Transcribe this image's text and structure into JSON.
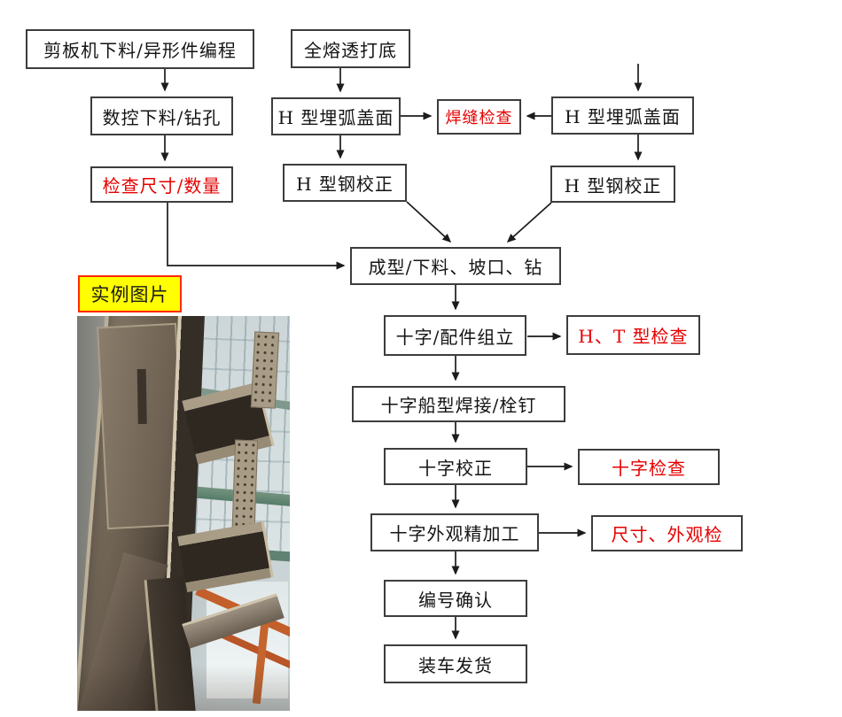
{
  "flowchart": {
    "nodes": {
      "shear_programming": {
        "label": "剪板机下料/异形件编程",
        "emphasis": "normal"
      },
      "cnc_cutting": {
        "label": "数控下料/钻孔",
        "emphasis": "normal"
      },
      "check_size_qty": {
        "label": "检查尺寸/数量",
        "emphasis": "red"
      },
      "full_penetration": {
        "label": "全熔透打底",
        "emphasis": "normal"
      },
      "h_saw_cover_left": {
        "label": "H 型埋弧盖面",
        "emphasis": "normal"
      },
      "weld_inspection": {
        "label": "焊缝检查",
        "emphasis": "red"
      },
      "h_saw_cover_right": {
        "label": "H 型埋弧盖面",
        "emphasis": "normal"
      },
      "h_correction_left": {
        "label": "H 型钢校正",
        "emphasis": "normal"
      },
      "h_correction_right": {
        "label": "H 型钢校正",
        "emphasis": "normal"
      },
      "forming": {
        "label": "成型/下料、坡口、钻",
        "emphasis": "normal"
      },
      "cross_assembly": {
        "label": "十字/配件组立",
        "emphasis": "normal"
      },
      "ht_inspection": {
        "label": "H、T 型检查",
        "emphasis": "red"
      },
      "cross_welding": {
        "label": "十字船型焊接/栓钉",
        "emphasis": "normal"
      },
      "cross_correction": {
        "label": "十字校正",
        "emphasis": "normal"
      },
      "cross_inspection": {
        "label": "十字检查",
        "emphasis": "red"
      },
      "cross_finishing": {
        "label": "十字外观精加工",
        "emphasis": "normal"
      },
      "size_appearance_chk": {
        "label": "尺寸、外观检",
        "emphasis": "red"
      },
      "numbering_confirm": {
        "label": "编号确认",
        "emphasis": "normal"
      },
      "load_ship": {
        "label": "装车发货",
        "emphasis": "normal"
      }
    },
    "edges": [
      {
        "from": "shear_programming",
        "to": "cnc_cutting"
      },
      {
        "from": "cnc_cutting",
        "to": "check_size_qty"
      },
      {
        "from": "check_size_qty",
        "to": "forming"
      },
      {
        "from": "full_penetration",
        "to": "h_saw_cover_left"
      },
      {
        "from": "h_saw_cover_left",
        "to": "weld_inspection"
      },
      {
        "from": "h_saw_cover_right",
        "to": "weld_inspection"
      },
      {
        "from": "(top)",
        "to": "h_saw_cover_right"
      },
      {
        "from": "h_saw_cover_left",
        "to": "h_correction_left"
      },
      {
        "from": "h_saw_cover_right",
        "to": "h_correction_right"
      },
      {
        "from": "h_correction_left",
        "to": "forming"
      },
      {
        "from": "h_correction_right",
        "to": "forming"
      },
      {
        "from": "forming",
        "to": "cross_assembly"
      },
      {
        "from": "cross_assembly",
        "to": "ht_inspection"
      },
      {
        "from": "cross_assembly",
        "to": "cross_welding"
      },
      {
        "from": "cross_welding",
        "to": "cross_correction"
      },
      {
        "from": "cross_correction",
        "to": "cross_inspection"
      },
      {
        "from": "cross_correction",
        "to": "cross_finishing"
      },
      {
        "from": "cross_finishing",
        "to": "size_appearance_chk"
      },
      {
        "from": "cross_finishing",
        "to": "numbering_confirm"
      },
      {
        "from": "numbering_confirm",
        "to": "load_ship"
      }
    ],
    "photo_label": "实例图片"
  },
  "colors": {
    "red_text": "#e60000",
    "box_border": "#3d3d3d",
    "arrow": "#1c1c1c",
    "photo_label_bg": "#ffff00",
    "photo_label_border": "#ff2a00"
  }
}
